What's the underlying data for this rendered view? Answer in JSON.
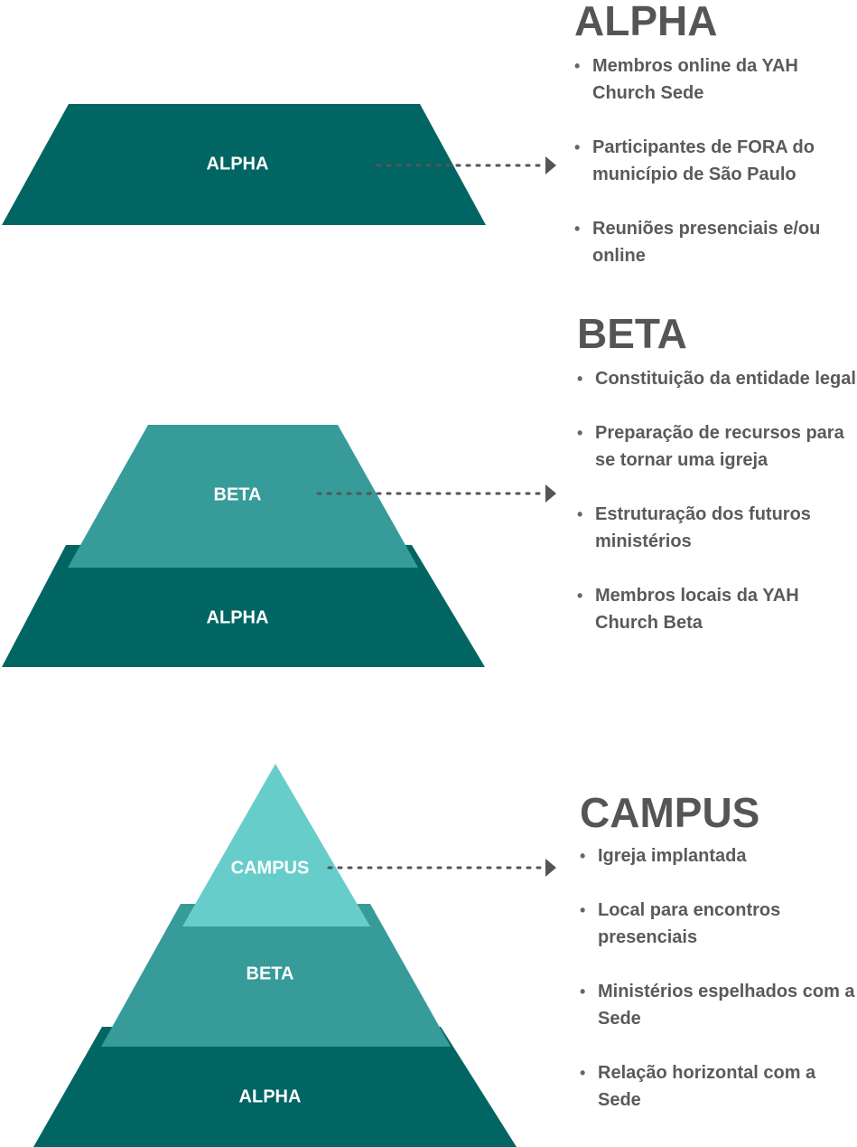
{
  "colors": {
    "alpha": "#006563",
    "beta": "#369b99",
    "campus": "#67cdcb",
    "heading": "#555555",
    "text": "#5a5a5a",
    "connector": "#555555"
  },
  "stage1": {
    "layers": {
      "alpha": "ALPHA"
    },
    "title": "ALPHA",
    "items": [
      "Membros online da YAH Church Sede",
      "Participantes de FORA do município de São Paulo",
      "Reuniões presenciais e/ou online"
    ]
  },
  "stage2": {
    "layers": {
      "beta": "BETA",
      "alpha": "ALPHA"
    },
    "title": "BETA",
    "items": [
      "Constituição da entidade legal",
      "Preparação de recursos para se tornar uma igreja",
      "Estruturação dos futuros ministérios",
      "Membros locais da YAH Church Beta"
    ]
  },
  "stage3": {
    "layers": {
      "campus": "CAMPUS",
      "beta": "BETA",
      "alpha": "ALPHA"
    },
    "title": "CAMPUS",
    "items": [
      "Igreja implantada",
      "Local para encontros presenciais",
      "Ministérios espelhados com a Sede",
      "Relação horizontal com a Sede"
    ]
  }
}
